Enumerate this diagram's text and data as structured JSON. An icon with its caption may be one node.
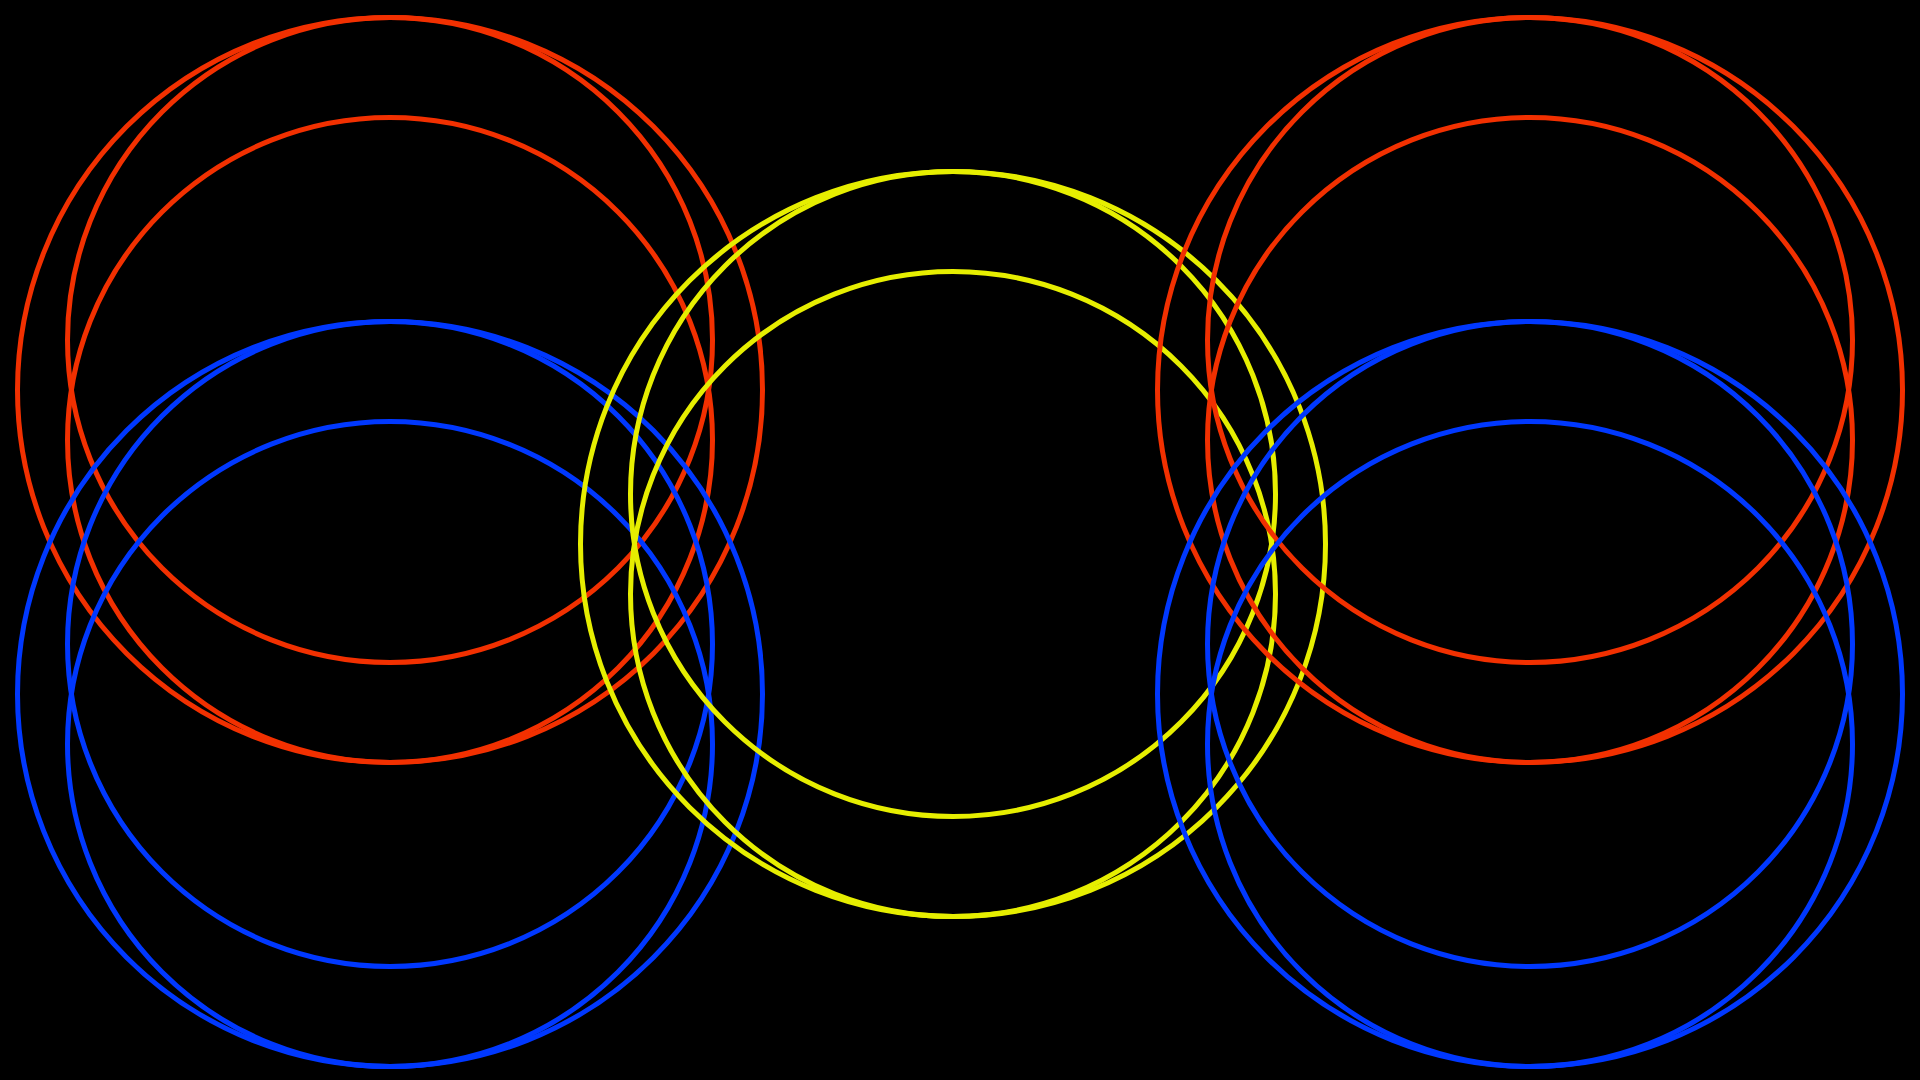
{
  "diagram": {
    "nodes": [
      {
        "text": [],
        "shape": "circle"
      },
      {
        "text": [],
        "shape": "circle",
        "in": 0
      },
      {
        "text": [],
        "shape": "circle",
        "in": 0
      },
      {
        "text": [],
        "shape": "circle"
      },
      {
        "text": [],
        "shape": "circle",
        "in": 3
      },
      {
        "text": [],
        "shape": "circle",
        "in": 3
      },
      {
        "text": [],
        "shape": "circle"
      },
      {
        "text": [],
        "shape": "circle",
        "in": 6
      },
      {
        "text": [],
        "shape": "circle",
        "in": 6
      },
      {
        "text": [],
        "shape": "circle"
      },
      {
        "text": [],
        "shape": "circle",
        "in": 9
      },
      {
        "text": [],
        "shape": "circle",
        "in": 9
      },
      {
        "text": [],
        "shape": "circle"
      },
      {
        "text": [],
        "shape": "circle",
        "in": 12
      },
      {
        "text": [],
        "shape": "circle",
        "in": 12
      }
    ]
  }
}
